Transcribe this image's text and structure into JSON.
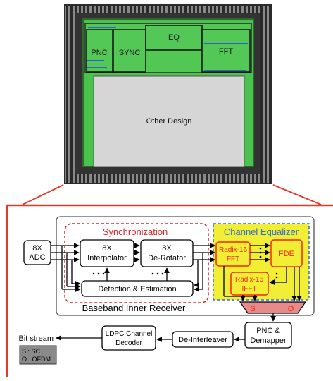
{
  "die_photo": {
    "blocks": {
      "pnc": "PNC",
      "sync": "SYNC",
      "eq": "EQ",
      "fft": "FFT",
      "other": "Other Design"
    }
  },
  "block_diagram": {
    "adc": [
      "8X",
      "ADC"
    ],
    "synchronization_title": "Synchronization",
    "interpolator": [
      "8X",
      "Interpolator"
    ],
    "derotator": [
      "8X",
      "De-Rotator"
    ],
    "detection": "Detection & Estimation",
    "channel_equalizer_title": "Channel Equalizer",
    "radix_fft": [
      "Radix-16",
      "FFT"
    ],
    "fde": "FDE",
    "radix_ifft": [
      "Radix-16",
      "IFFT"
    ],
    "mux_s": "S",
    "mux_o": "O",
    "baseband_label": "Baseband Inner Receiver",
    "pnc_demapper": [
      "PNC &",
      "Demapper"
    ],
    "deinterleaver": "De-Interleaver",
    "ldpc": [
      "LDPC Channel",
      "Decoder"
    ],
    "bit_stream": "Bit stream",
    "legend": [
      "S : SC",
      "O : OFDM"
    ]
  },
  "colors": {
    "frame_red": "#e23a2a",
    "sync_red": "#d9252a",
    "eq_blue": "#2d6fd2",
    "eq_fill": "#f2ee35",
    "inner_red": "#ee2a1b",
    "die_green": "#49c24e",
    "die_dark": "#2d6a2b"
  }
}
